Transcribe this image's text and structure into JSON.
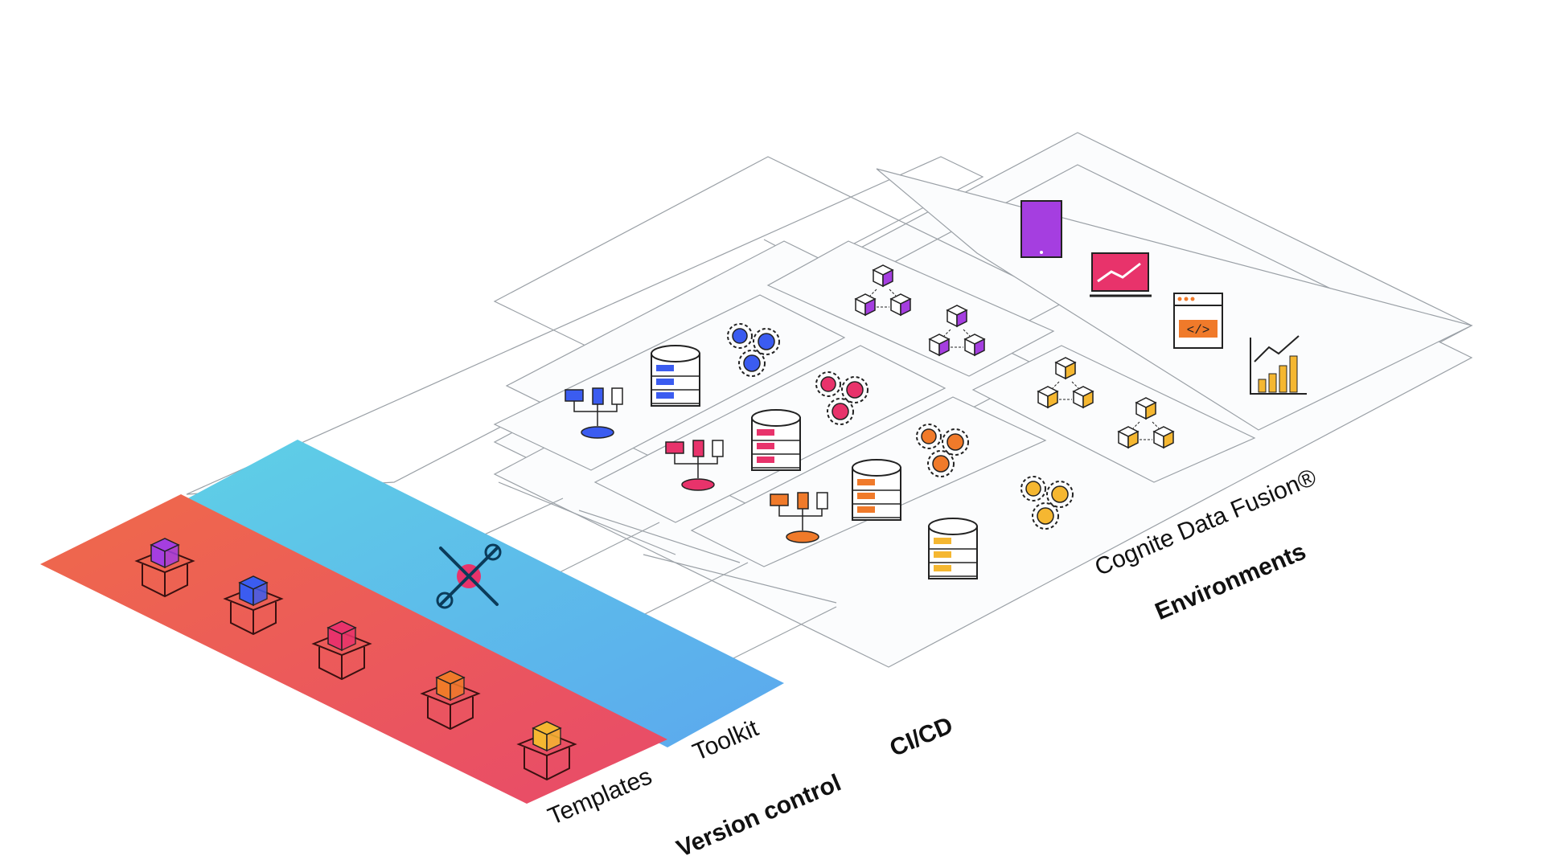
{
  "labels": {
    "templates": "Templates",
    "toolkit": "Toolkit",
    "version_control": "Version control",
    "cicd": "CI/CD",
    "cdf": "Cognite Data Fusion®",
    "environments": "Environments"
  },
  "colors": {
    "templates_gradient": [
      "#ef6a4a",
      "#e84a6a"
    ],
    "toolkit_gradient": [
      "#5fd0e6",
      "#5ba8ee"
    ],
    "purple": "#a53ee0",
    "blue": "#3b5cf0",
    "pink": "#e8336b",
    "orange": "#f07a2a",
    "yellow": "#f5b731"
  },
  "icons": {
    "template_boxes": [
      "purple-cube-box-icon",
      "blue-cube-box-icon",
      "pink-cube-box-icon",
      "orange-cube-box-icon",
      "yellow-cube-box-icon"
    ],
    "toolkit": "wrench-screwdriver-icon",
    "environment_apps": [
      "tablet-icon",
      "monitor-chart-icon",
      "code-window-icon",
      "bar-chart-icon"
    ]
  }
}
